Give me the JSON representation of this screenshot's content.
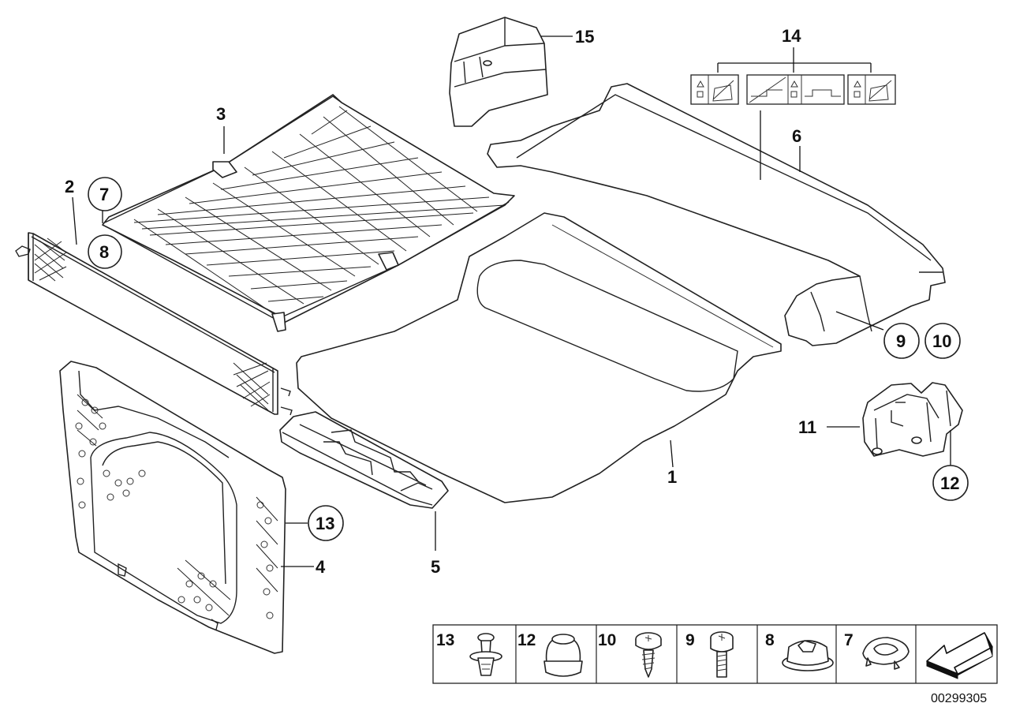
{
  "callouts": {
    "c1": "1",
    "c2": "2",
    "c3": "3",
    "c4": "4",
    "c5": "5",
    "c6": "6",
    "c7": "7",
    "c8": "8",
    "c9": "9",
    "c10": "10",
    "c11": "11",
    "c12": "12",
    "c13": "13",
    "c14": "14",
    "c15": "15"
  },
  "legend": {
    "items": [
      {
        "number": "13",
        "icon": "expanding-rivet-icon"
      },
      {
        "number": "12",
        "icon": "plug-cap-icon"
      },
      {
        "number": "10",
        "icon": "self-tapping-screw-icon"
      },
      {
        "number": "9",
        "icon": "bolt-icon"
      },
      {
        "number": "8",
        "icon": "clip-nut-icon"
      },
      {
        "number": "7",
        "icon": "grommet-icon"
      }
    ],
    "arrow_icon": "direction-arrow-icon"
  },
  "part_number": "00299305"
}
